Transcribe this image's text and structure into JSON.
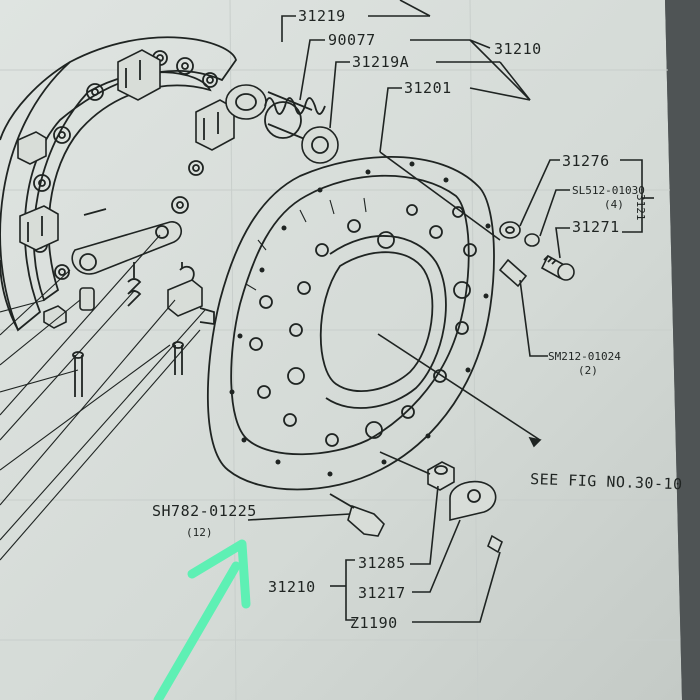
{
  "colors": {
    "paper": "#d9dedb",
    "ink": "#1f2422",
    "arrow": "#5ef0b4"
  },
  "labels": {
    "p31219": "31219",
    "p90077": "90077",
    "p31210_top": "31210",
    "p31219A": "31219A",
    "p31201": "31201",
    "p31276": "31276",
    "sl512": "SL512-01030",
    "sl512_qty": "(4)",
    "p31271": "31271",
    "p3121x": "3121",
    "sm212": "SM212-01024",
    "sm212_qty": "(2)",
    "see_fig": "SEE FIG NO.30-10",
    "sh782": "SH782-01225",
    "sh782_qty": "(12)",
    "p31285": "31285",
    "p31210_bottom": "31210",
    "p31217": "31217",
    "z1190": "Z1190"
  },
  "icons": [
    "green-arrow-icon"
  ]
}
